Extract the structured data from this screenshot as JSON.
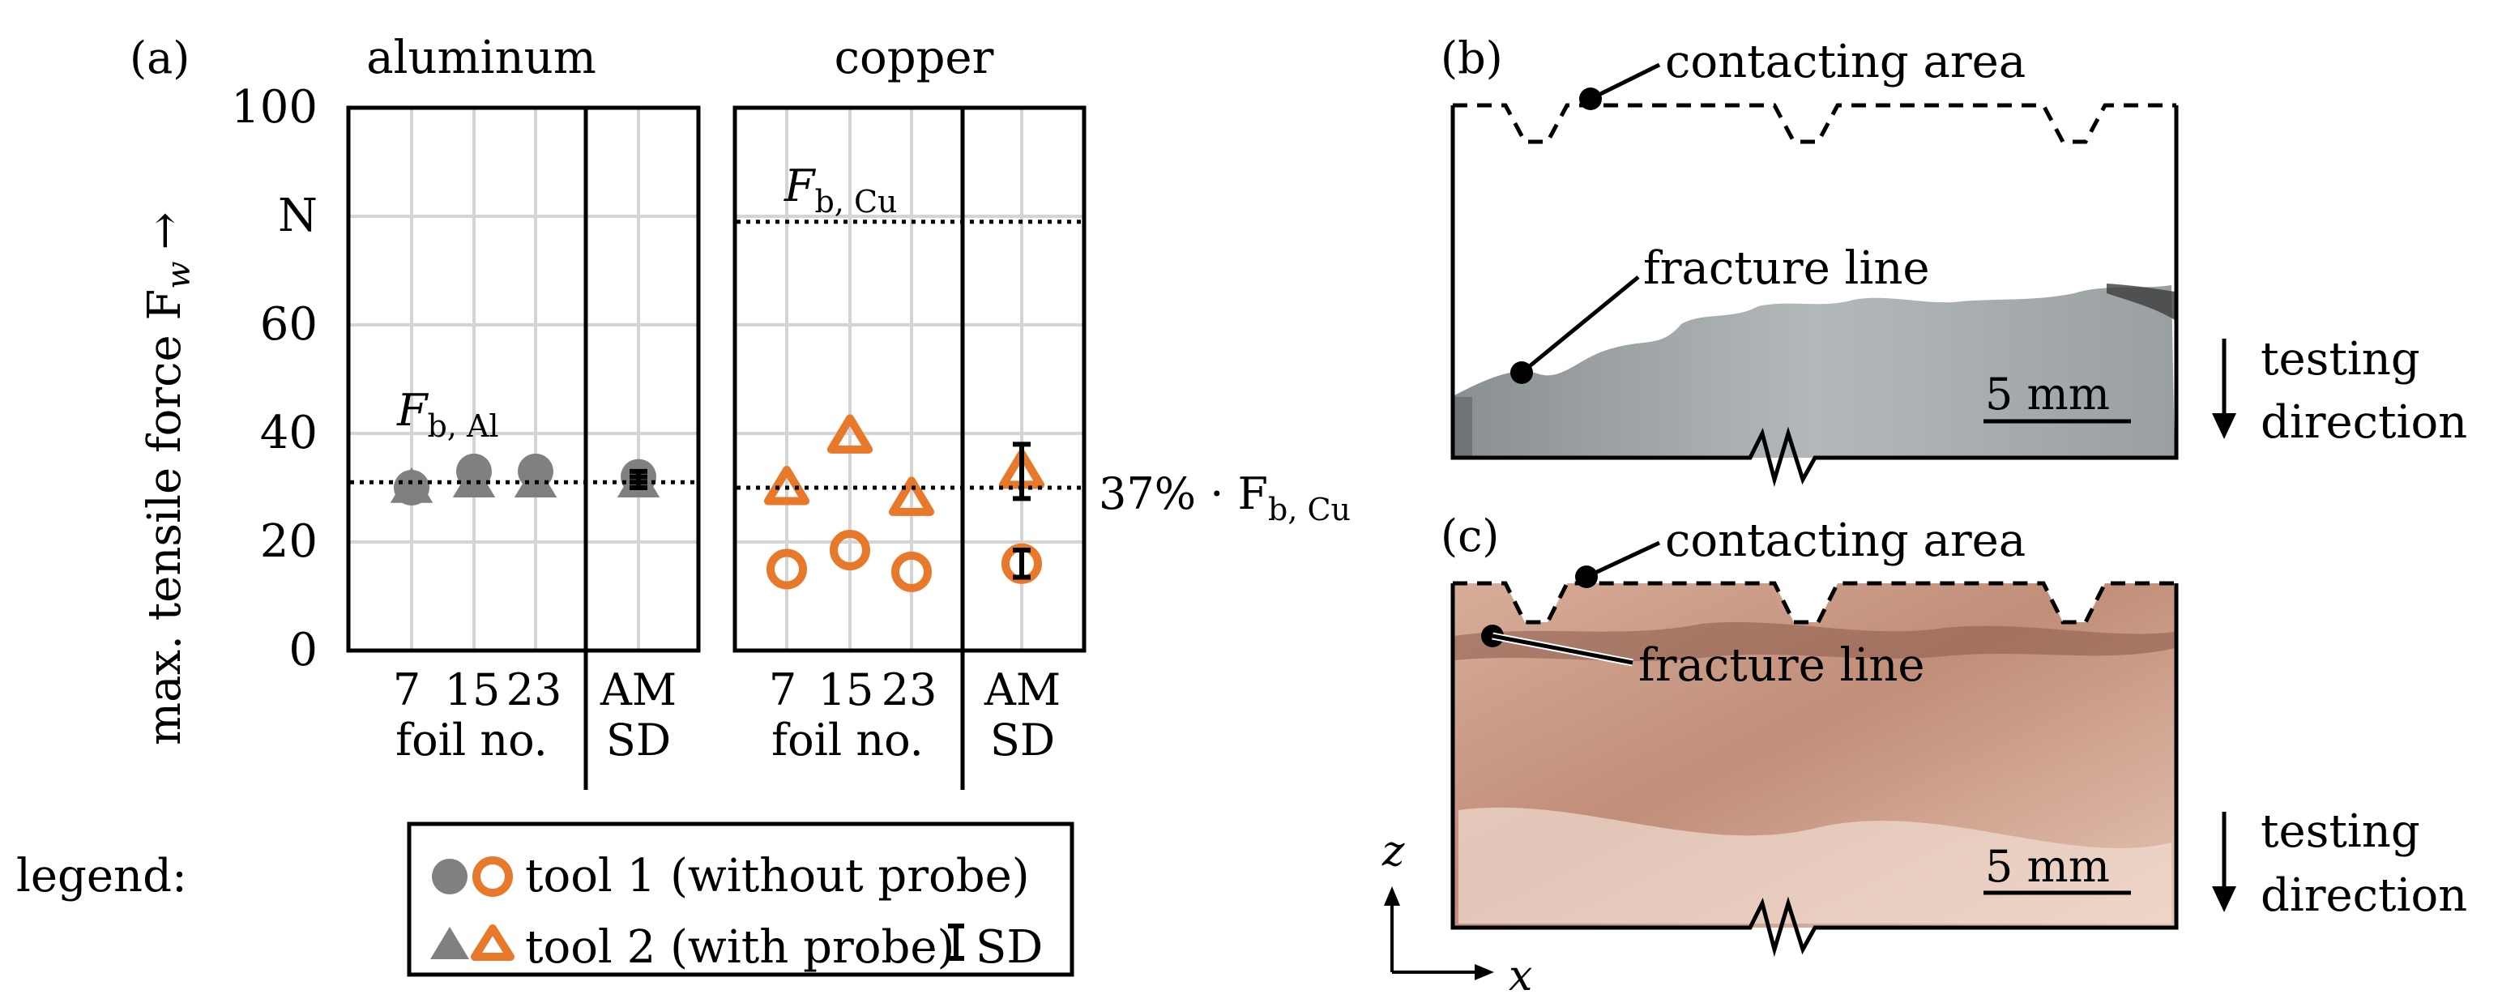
{
  "colors": {
    "aluminum": "#808080",
    "copper": "#e8792a",
    "axis": "#000000",
    "grid": "#d4d4d4",
    "photo_b": "#a4aaac",
    "photo_c": "#c99a86"
  },
  "icons": {
    "circle_filled": "filled-circle-marker-icon",
    "circle_open": "open-circle-marker-icon",
    "triangle_filled": "filled-triangle-marker-icon",
    "triangle_open": "open-triangle-marker-icon",
    "sd": "error-bar-icon"
  },
  "panel_a": {
    "label": "(a)",
    "ylabel": "max. tensile force F",
    "ylabel_sub": "w",
    "ylabel_arrow": "→",
    "unit": "N",
    "ticks": [
      "0",
      "20",
      "40",
      "60",
      "100"
    ],
    "groups": [
      {
        "title": "aluminum",
        "cats": [
          "7",
          "15",
          "23"
        ],
        "cat_caption": "foil no.",
        "sd_caption": [
          "AM",
          "SD"
        ]
      },
      {
        "title": "copper",
        "cats": [
          "7",
          "15",
          "23"
        ],
        "cat_caption": "foil no.",
        "sd_caption": [
          "AM",
          "SD"
        ]
      }
    ],
    "ref_lines": {
      "al": {
        "label": "F",
        "sub": "b, Al"
      },
      "cu": {
        "label": "F",
        "sub": "b, Cu"
      },
      "cu_frac": {
        "label": "37% · F",
        "sub": "b, Cu"
      }
    },
    "legend": {
      "prefix": "legend:",
      "tool1": "tool 1 (without probe)",
      "tool2": "tool 2 (with probe)",
      "sd": "SD"
    }
  },
  "chart_data": {
    "type": "scatter",
    "ylim": [
      0,
      100
    ],
    "yticks": [
      0,
      20,
      40,
      60,
      100
    ],
    "reference_lines": {
      "F_b_Al": 31,
      "F_b_Cu": 79,
      "37pct_F_b_Cu": 30
    },
    "aluminum": {
      "categories": [
        "7",
        "15",
        "23"
      ],
      "tool1": [
        30,
        33,
        33
      ],
      "tool2": [
        30,
        31,
        31
      ],
      "summary": {
        "tool1": {
          "mean": 32,
          "sd": 1
        },
        "tool2": {
          "mean": 31,
          "sd": 1
        }
      }
    },
    "copper": {
      "categories": [
        "7",
        "15",
        "23"
      ],
      "tool1": [
        15,
        18.5,
        14.5
      ],
      "tool2": [
        30,
        39.5,
        28
      ],
      "summary": {
        "tool1": {
          "mean": 16,
          "sd": 2.5
        },
        "tool2": {
          "mean": 33,
          "sd": 5
        }
      }
    }
  },
  "panel_b": {
    "label": "(b)",
    "contacting": "contacting area",
    "fracture": "fracture line",
    "scale": "5 mm",
    "direction": [
      "testing",
      "direction"
    ]
  },
  "panel_c": {
    "label": "(c)",
    "contacting": "contacting area",
    "fracture": "fracture line",
    "scale": "5 mm",
    "direction": [
      "testing",
      "direction"
    ],
    "axis_z": "z",
    "axis_x": "x"
  }
}
